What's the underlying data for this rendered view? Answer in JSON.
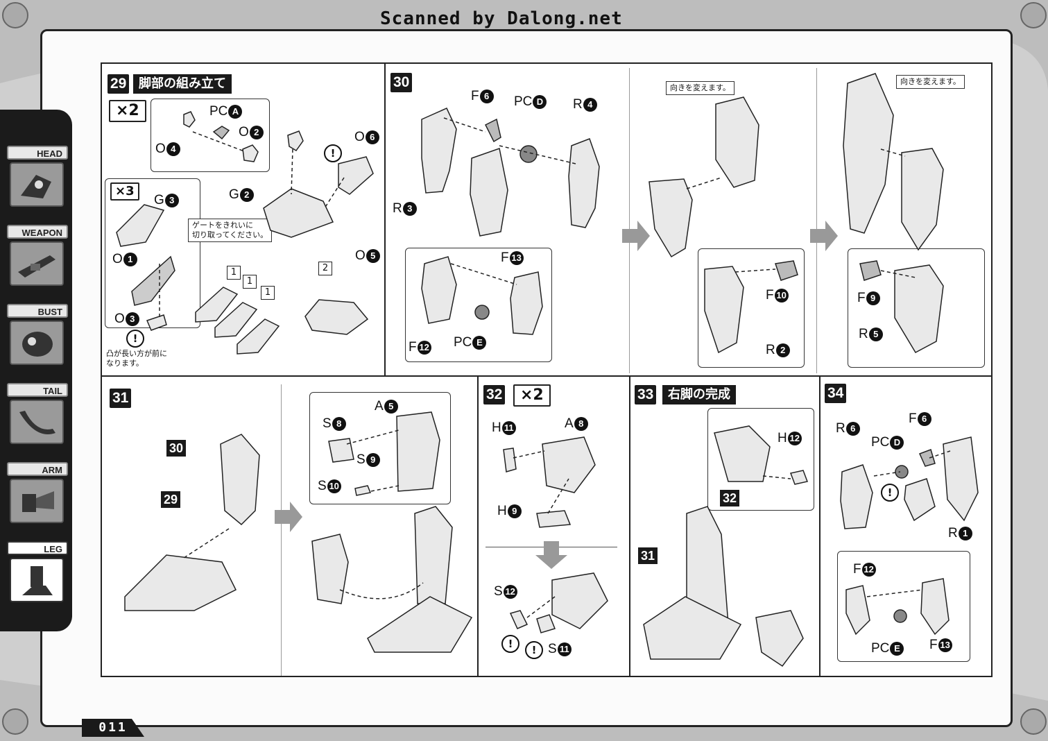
{
  "header": {
    "scan_credit": "Scanned by Dalong.net"
  },
  "sidebar": {
    "items": [
      {
        "label": "HEAD",
        "icon": "head-icon"
      },
      {
        "label": "WEAPON",
        "icon": "weapon-icon"
      },
      {
        "label": "BUST",
        "icon": "bust-icon"
      },
      {
        "label": "TAIL",
        "icon": "tail-icon"
      },
      {
        "label": "ARM",
        "icon": "arm-icon"
      },
      {
        "label": "LEG",
        "icon": "leg-icon"
      }
    ],
    "active": "LEG"
  },
  "steps": {
    "s29": {
      "num": "29",
      "title": "脚部の組み立て",
      "mult_a": "×2",
      "mult_b": "×3",
      "parts": {
        "pca": "PC",
        "pca_n": "A",
        "o2": "O",
        "o2_n": "2",
        "o4": "O",
        "o4_n": "4",
        "g3": "G",
        "g3_n": "3",
        "o1": "O",
        "o1_n": "1",
        "o3": "O",
        "o3_n": "3",
        "g2": "G",
        "g2_n": "2",
        "o6": "O",
        "o6_n": "6",
        "o5": "O",
        "o5_n": "5"
      },
      "note_gate": "ゲートをきれいに\n切り取ってください。",
      "note_warn": "凸が長い方が前に\nなります。",
      "warn_glyph": "!",
      "seq": [
        "1",
        "1",
        "1",
        "2"
      ]
    },
    "s30": {
      "num": "30",
      "parts": {
        "f6": "F",
        "f6_n": "6",
        "pcd": "PC",
        "pcd_n": "D",
        "r4": "R",
        "r4_n": "4",
        "r3": "R",
        "r3_n": "3",
        "f13": "F",
        "f13_n": "13",
        "f12": "F",
        "f12_n": "12",
        "pce": "PC",
        "pce_n": "E",
        "f10": "F",
        "f10_n": "10",
        "r2": "R",
        "r2_n": "2",
        "f9": "F",
        "f9_n": "9",
        "r5": "R",
        "r5_n": "5"
      },
      "note_turn": "向きを変えます。",
      "note_turn2": "向きを変えます。"
    },
    "s31": {
      "num": "31",
      "ref30": "30",
      "ref29": "29",
      "parts": {
        "a5": "A",
        "a5_n": "5",
        "s8": "S",
        "s8_n": "8",
        "s9": "S",
        "s9_n": "9",
        "s10": "S",
        "s10_n": "10"
      }
    },
    "s32": {
      "num": "32",
      "mult": "×2",
      "parts": {
        "h11": "H",
        "h11_n": "11",
        "a8": "A",
        "a8_n": "8",
        "h9": "H",
        "h9_n": "9",
        "s12": "S",
        "s12_n": "12",
        "s11": "S",
        "s11_n": "11"
      }
    },
    "s33": {
      "num": "33",
      "title": "右脚の完成",
      "ref32": "32",
      "ref31": "31",
      "parts": {
        "h12": "H",
        "h12_n": "12"
      }
    },
    "s34": {
      "num": "34",
      "parts": {
        "r6": "R",
        "r6_n": "6",
        "f6": "F",
        "f6_n": "6",
        "pcd": "PC",
        "pcd_n": "D",
        "r1": "R",
        "r1_n": "1",
        "f12": "F",
        "f12_n": "12",
        "pce": "PC",
        "pce_n": "E",
        "f13": "F",
        "f13_n": "13"
      }
    }
  },
  "footer": {
    "page_number": "011"
  }
}
